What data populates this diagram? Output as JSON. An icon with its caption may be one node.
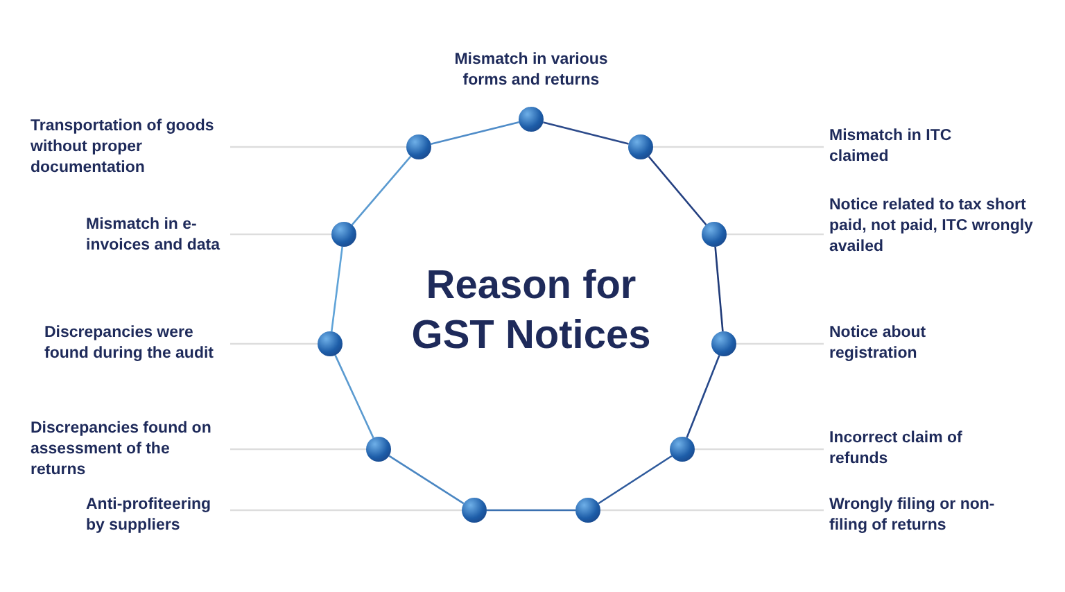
{
  "diagram": {
    "title": "Reason for GST Notices",
    "nodes": [
      {
        "text": [],
        "shape": "circle"
      },
      {
        "text": [],
        "shape": "circle"
      },
      {
        "text": [],
        "shape": "circle"
      },
      {
        "text": [],
        "shape": "circle"
      },
      {
        "text": [],
        "shape": "circle"
      },
      {
        "text": [],
        "shape": "circle"
      },
      {
        "text": [],
        "shape": "circle"
      },
      {
        "text": [],
        "shape": "circle"
      },
      {
        "text": [],
        "shape": "circle"
      },
      {
        "text": [],
        "shape": "circle"
      },
      {
        "text": [],
        "shape": "circle"
      },
      {
        "text": [
          "Mismatch in various forms and returns"
        ]
      },
      {
        "text": [
          "Mismatch in ITC claimed"
        ]
      },
      {
        "text": [
          "Notice related to tax short paid, not paid, ITC wrongly availed"
        ]
      },
      {
        "text": [
          "Notice about registration"
        ]
      },
      {
        "text": [
          "Incorrect claim of refunds"
        ]
      },
      {
        "text": [
          "Wrongly filing or non-filing of returns"
        ]
      },
      {
        "text": [
          "Transportation of goods without proper documentation"
        ]
      },
      {
        "text": [
          "Mismatch in e-invoices and data"
        ]
      },
      {
        "text": [
          "Discrepancies were found during the audit"
        ]
      },
      {
        "text": [
          "Discrepancies found on assessment of the returns"
        ]
      },
      {
        "text": [
          "Anti-profiteering by suppliers"
        ]
      }
    ],
    "edges": [
      {
        "from": 0,
        "to": 2,
        "arrow": "none",
        "color": "#2c4a8a"
      },
      {
        "from": 2,
        "to": 4,
        "arrow": "none",
        "color": "#233f80"
      },
      {
        "from": 4,
        "to": 6,
        "arrow": "none",
        "color": "#1f3a78"
      },
      {
        "from": 6,
        "to": 8,
        "arrow": "none",
        "color": "#26488a"
      },
      {
        "from": 8,
        "to": 10,
        "arrow": "none",
        "color": "#2e5a9c"
      },
      {
        "from": 10,
        "to": 9,
        "arrow": "none",
        "color": "#3a70b0"
      },
      {
        "from": 9,
        "to": 7,
        "arrow": "none",
        "color": "#4a86c2"
      },
      {
        "from": 7,
        "to": 5,
        "arrow": "none",
        "color": "#5a9ad0"
      },
      {
        "from": 5,
        "to": 3,
        "arrow": "none",
        "color": "#5fa3d8"
      },
      {
        "from": 3,
        "to": 1,
        "arrow": "none",
        "color": "#5a9ad0"
      },
      {
        "from": 1,
        "to": 0,
        "arrow": "none",
        "color": "#4f8cc8"
      },
      {
        "from": 12,
        "to": 2,
        "arrow": "none",
        "color": "#dddddd"
      },
      {
        "from": 13,
        "to": 4,
        "arrow": "none",
        "color": "#dddddd"
      },
      {
        "from": 14,
        "to": 6,
        "arrow": "none",
        "color": "#dddddd"
      },
      {
        "from": 15,
        "to": 8,
        "arrow": "none",
        "color": "#dddddd"
      },
      {
        "from": 16,
        "to": 10,
        "arrow": "none",
        "color": "#dddddd"
      },
      {
        "from": 17,
        "to": 1,
        "arrow": "none",
        "color": "#dddddd"
      },
      {
        "from": 18,
        "to": 3,
        "arrow": "none",
        "color": "#dddddd"
      },
      {
        "from": 19,
        "to": 5,
        "arrow": "none",
        "color": "#dddddd"
      },
      {
        "from": 20,
        "to": 7,
        "arrow": "none",
        "color": "#dddddd"
      },
      {
        "from": 21,
        "to": 9,
        "arrow": "none",
        "color": "#dddddd"
      }
    ]
  }
}
